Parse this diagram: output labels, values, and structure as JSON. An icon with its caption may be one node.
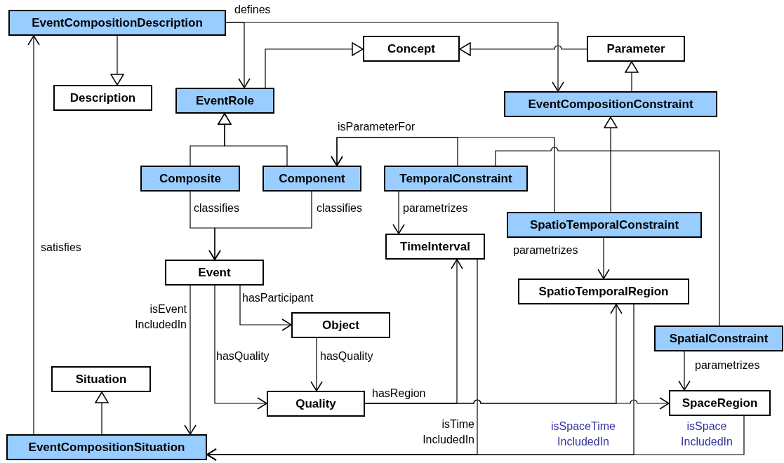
{
  "diagram": {
    "nodes": [
      {
        "text": [
          "EventCompositionDescription"
        ]
      },
      {
        "text": [
          "Concept"
        ]
      },
      {
        "text": [
          "Parameter"
        ]
      },
      {
        "text": [
          "Description"
        ]
      },
      {
        "text": [
          "EventRole"
        ]
      },
      {
        "text": [
          "EventCompositionConstraint"
        ]
      },
      {
        "text": [
          "Composite"
        ]
      },
      {
        "text": [
          "Component"
        ]
      },
      {
        "text": [
          "TemporalConstraint"
        ]
      },
      {
        "text": [
          "SpatioTemporalConstraint"
        ]
      },
      {
        "text": [
          "TimeInterval"
        ]
      },
      {
        "text": [
          "Event"
        ]
      },
      {
        "text": [
          "SpatioTemporalRegion"
        ]
      },
      {
        "text": [
          "Object"
        ]
      },
      {
        "text": [
          "SpatialConstraint"
        ]
      },
      {
        "text": [
          "Situation"
        ]
      },
      {
        "text": [
          "Quality"
        ]
      },
      {
        "text": [
          "SpaceRegion"
        ]
      },
      {
        "text": [
          "EventCompositionSituation"
        ]
      }
    ],
    "edges": [
      {
        "from": 0,
        "to": 3,
        "arrow": "to"
      },
      {
        "from": 0,
        "to": 4,
        "arrow": "to",
        "label": "defines"
      },
      {
        "from": 0,
        "to": 5,
        "arrow": "to"
      },
      {
        "from": 4,
        "to": 1,
        "arrow": "to"
      },
      {
        "from": 2,
        "to": 1,
        "arrow": "to"
      },
      {
        "from": 5,
        "to": 2,
        "arrow": "to"
      },
      {
        "from": 6,
        "to": 4,
        "arrow": "to"
      },
      {
        "from": 7,
        "to": 4,
        "arrow": "to"
      },
      {
        "from": 8,
        "to": 7,
        "arrow": "to",
        "label": "isParameterFor"
      },
      {
        "from": 9,
        "to": 7,
        "arrow": "to"
      },
      {
        "from": 14,
        "to": 8,
        "arrow": "none"
      },
      {
        "from": 8,
        "to": 10,
        "arrow": "to",
        "label": "parametrizes"
      },
      {
        "from": 9,
        "to": 12,
        "arrow": "to",
        "label": "parametrizes"
      },
      {
        "from": 14,
        "to": 17,
        "arrow": "to",
        "label": "parametrizes"
      },
      {
        "from": 9,
        "to": 5,
        "arrow": "to"
      },
      {
        "from": 6,
        "to": 11,
        "arrow": "to",
        "label": "classifies"
      },
      {
        "from": 7,
        "to": 11,
        "arrow": "to",
        "label": "classifies"
      },
      {
        "from": 11,
        "to": 13,
        "arrow": "to",
        "label": "hasParticipant"
      },
      {
        "from": 11,
        "to": 16,
        "arrow": "to",
        "label": "hasQuality"
      },
      {
        "from": 13,
        "to": 16,
        "arrow": "to",
        "label": "hasQuality"
      },
      {
        "from": 11,
        "to": 18,
        "arrow": "to",
        "label": "isEvent IncludedIn"
      },
      {
        "from": 18,
        "to": 0,
        "arrow": "to",
        "label": "satisfies"
      },
      {
        "from": 18,
        "to": 15,
        "arrow": "to"
      },
      {
        "from": 16,
        "to": 10,
        "arrow": "to",
        "label": "hasRegion"
      },
      {
        "from": 16,
        "to": 12,
        "arrow": "to"
      },
      {
        "from": 16,
        "to": 17,
        "arrow": "to"
      },
      {
        "from": 10,
        "to": 18,
        "arrow": "to",
        "label": "isTime IncludedIn"
      },
      {
        "from": 12,
        "to": 18,
        "arrow": "to",
        "label": "isSpaceTime IncludedIn"
      },
      {
        "from": 17,
        "to": 18,
        "arrow": "to",
        "label": "isSpace IncludedIn"
      }
    ]
  }
}
